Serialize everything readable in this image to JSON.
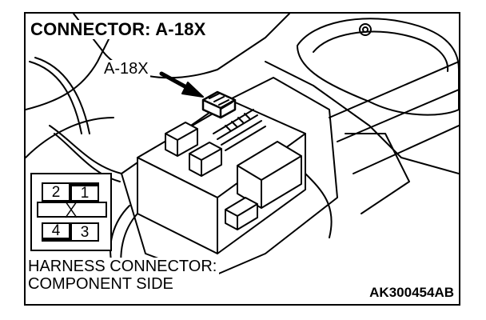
{
  "diagram": {
    "title": "CONNECTOR: A-18X",
    "callout_label": "A-18X",
    "harness_line1": "HARNESS CONNECTOR:",
    "harness_line2": "COMPONENT SIDE",
    "figure_code": "AK300454AB",
    "pins": [
      {
        "label": "2",
        "marker": "none"
      },
      {
        "label": "1",
        "marker": "top-bar"
      },
      {
        "label": "4",
        "marker": "bottom-bar"
      },
      {
        "label": "3",
        "marker": "none"
      }
    ],
    "center_mark": "X"
  }
}
